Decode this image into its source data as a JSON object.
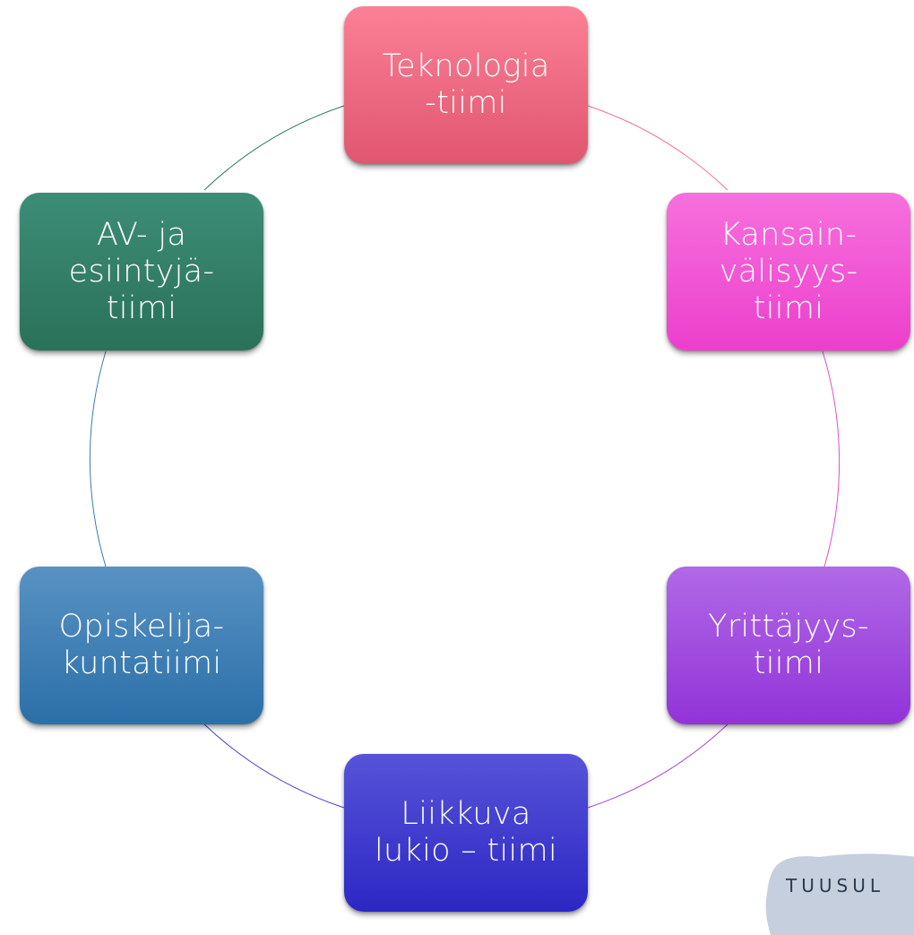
{
  "diagram": {
    "type": "cycle",
    "nodes": [
      {
        "id": "tech",
        "label": "Teknologia\n-tiimi",
        "color": "#f06a82"
      },
      {
        "id": "intl",
        "label": "Kansain-\nvälisyys-\ntiimi",
        "color": "#f257d6"
      },
      {
        "id": "yrit",
        "label": "Yrittäjyys-\ntiimi",
        "color": "#a04ee0"
      },
      {
        "id": "liik",
        "label": "Liikkuva\nlukio – tiimi",
        "color": "#3b36cf"
      },
      {
        "id": "opis",
        "label": "Opiskelija-\nkuntatiimi",
        "color": "#3d7fb6"
      },
      {
        "id": "av",
        "label": "AV- ja\nesiintyjä-\ntiimi",
        "color": "#357f68"
      }
    ]
  },
  "logo": {
    "text": "TUUSUL",
    "color": "#2a3a52"
  }
}
